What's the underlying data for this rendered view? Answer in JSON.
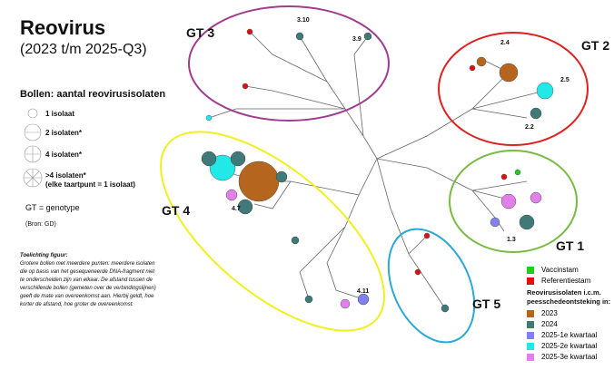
{
  "title": "Reovirus",
  "subtitle": "(2023 t/m 2025-Q3)",
  "bubble_legend": {
    "heading": "Bollen: aantal reovirusisolaten",
    "items": [
      "1 isolaat",
      "2 isolaten*",
      "4 isolaten*",
      ">4 isolaten*",
      "(elke taartpunt = 1 isolaat)"
    ]
  },
  "gt_definition": "GT = genotype",
  "source": "(Bron: GD)",
  "explanation": {
    "heading": "Toelichting figuur:",
    "body": "Grotere bollen met meerdere punten: meerdere isolaten die op basis van het gesequeneerde DNA-fragment niet te onderscheiden zijn van elkaar. De afstand tussen de verschillende bollen (gemeten over de verbindingslijnen) geeft de mate van overeenkomst aan. Hierbij geldt, hoe korter de afstand, hoe groter de overeenkomst."
  },
  "genotypes": {
    "gt1": "GT 1",
    "gt2": "GT 2",
    "gt3": "GT 3",
    "gt4": "GT 4",
    "gt5": "GT 5"
  },
  "subtypes": {
    "s310": "3.10",
    "s39": "3.9",
    "s24": "2.4",
    "s25": "2.5",
    "s22": "2.2",
    "s13": "1.3",
    "s47": "4.7",
    "s411": "4.11"
  },
  "legend": {
    "strains": [
      {
        "label": "Vaccinstam",
        "color": "#22cc22"
      },
      {
        "label": "Referentiestam",
        "color": "#dd1111"
      }
    ],
    "heading": "Reovirusisolaten i.c.m. peesschedeontsteking in:",
    "periods": [
      {
        "label": "2023",
        "color": "#b5651d"
      },
      {
        "label": "2024",
        "color": "#3f7a78"
      },
      {
        "label": "2025-1e kwartaal",
        "color": "#8080f0"
      },
      {
        "label": "2025-2e kwartaal",
        "color": "#22e8e8"
      },
      {
        "label": "2025-3e kwartaal",
        "color": "#e080e8"
      }
    ]
  },
  "ellipse_colors": {
    "gt1": "#77bb44",
    "gt2": "#e02020",
    "gt3": "#a03c90",
    "gt4": "#f0f020",
    "gt5": "#2aa8d8"
  }
}
